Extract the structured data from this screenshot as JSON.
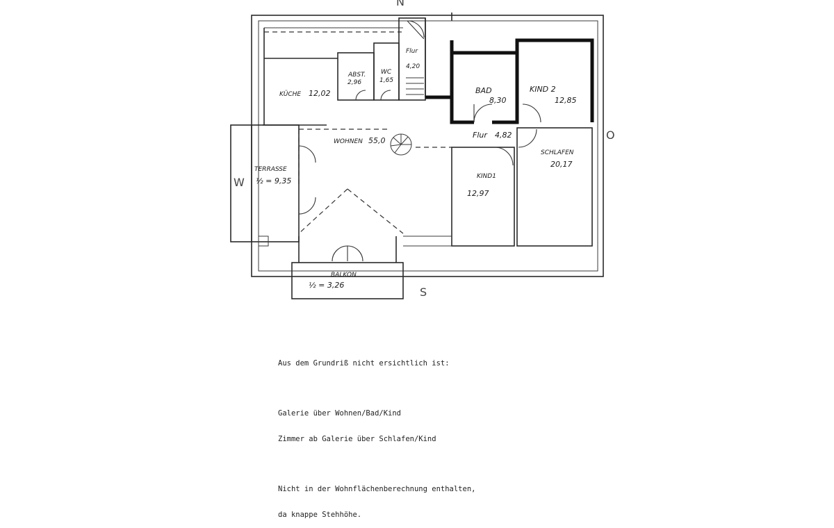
{
  "compass": {
    "north": "N",
    "east": "O",
    "south": "S",
    "west": "W"
  },
  "rooms": {
    "kueche": {
      "name": "KÜCHE",
      "area": "12,02"
    },
    "abst": {
      "name": "ABST.",
      "area": "2,96"
    },
    "wc": {
      "name": "WC",
      "area": "1,65"
    },
    "flur_top": {
      "name": "Flur",
      "area": "4,20"
    },
    "bad": {
      "name": "BAD",
      "area": "8,30"
    },
    "kind2": {
      "name": "KIND 2",
      "area": "12,85"
    },
    "wohnen": {
      "name": "WOHNEN",
      "area": "55,0"
    },
    "flur_mid": {
      "name": "Flur",
      "area": "4,82"
    },
    "terrasse": {
      "name": "TERRASSE",
      "area": "½ = 9,35"
    },
    "kind1": {
      "name": "KIND1",
      "area": "12,97"
    },
    "schlafen": {
      "name": "SCHLAFEN",
      "area": "20,17"
    },
    "balkon": {
      "name": "BALKON",
      "area": "½ = 3,26"
    }
  },
  "notes": {
    "line1": "Aus dem Grundriß nicht ersichtlich ist:",
    "line2": "Galerie über Wohnen/Bad/Kind",
    "line3": "Zimmer ab Galerie über Schlafen/Kind",
    "line4": "Nicht in der Wohnflächenberechnung enthalten,",
    "line5": "da knappe Stehhöhe."
  }
}
